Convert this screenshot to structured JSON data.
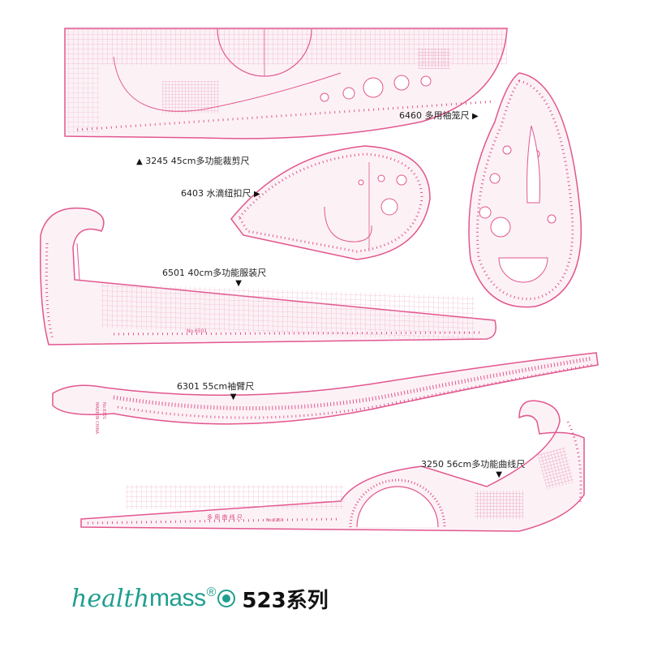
{
  "products": [
    {
      "id": "3245",
      "caption": "3245  45cm多功能裁剪尺",
      "arrow": "▲"
    },
    {
      "id": "6460",
      "caption": "6460  多用袖笼尺",
      "arrow": "▶"
    },
    {
      "id": "6403",
      "caption": "6403  水滴纽扣尺",
      "arrow": "▶"
    },
    {
      "id": "6501",
      "caption": "6501  40cm多功能服装尺",
      "arrow": "▼"
    },
    {
      "id": "6301",
      "caption": "6301  55cm袖臂尺",
      "arrow": "▼"
    },
    {
      "id": "3250",
      "caption": "3250  56cm多功能曲线尺",
      "arrow": "▼"
    }
  ],
  "ruler_print": {
    "r6501_number": "No.6501",
    "r3250_title": "多 用 曲 线 尺",
    "r3250_number": "No.3250",
    "r6301_made": "MADE IN CHINA",
    "r6301_number": "No.6301"
  },
  "brand": {
    "health": "health",
    "mass": "mass",
    "reg": "®",
    "series": "523系列"
  },
  "colors": {
    "ruler_line": "#e2568e",
    "ruler_fill": "#fbeef3",
    "brand_teal": "#1f9e8f"
  }
}
